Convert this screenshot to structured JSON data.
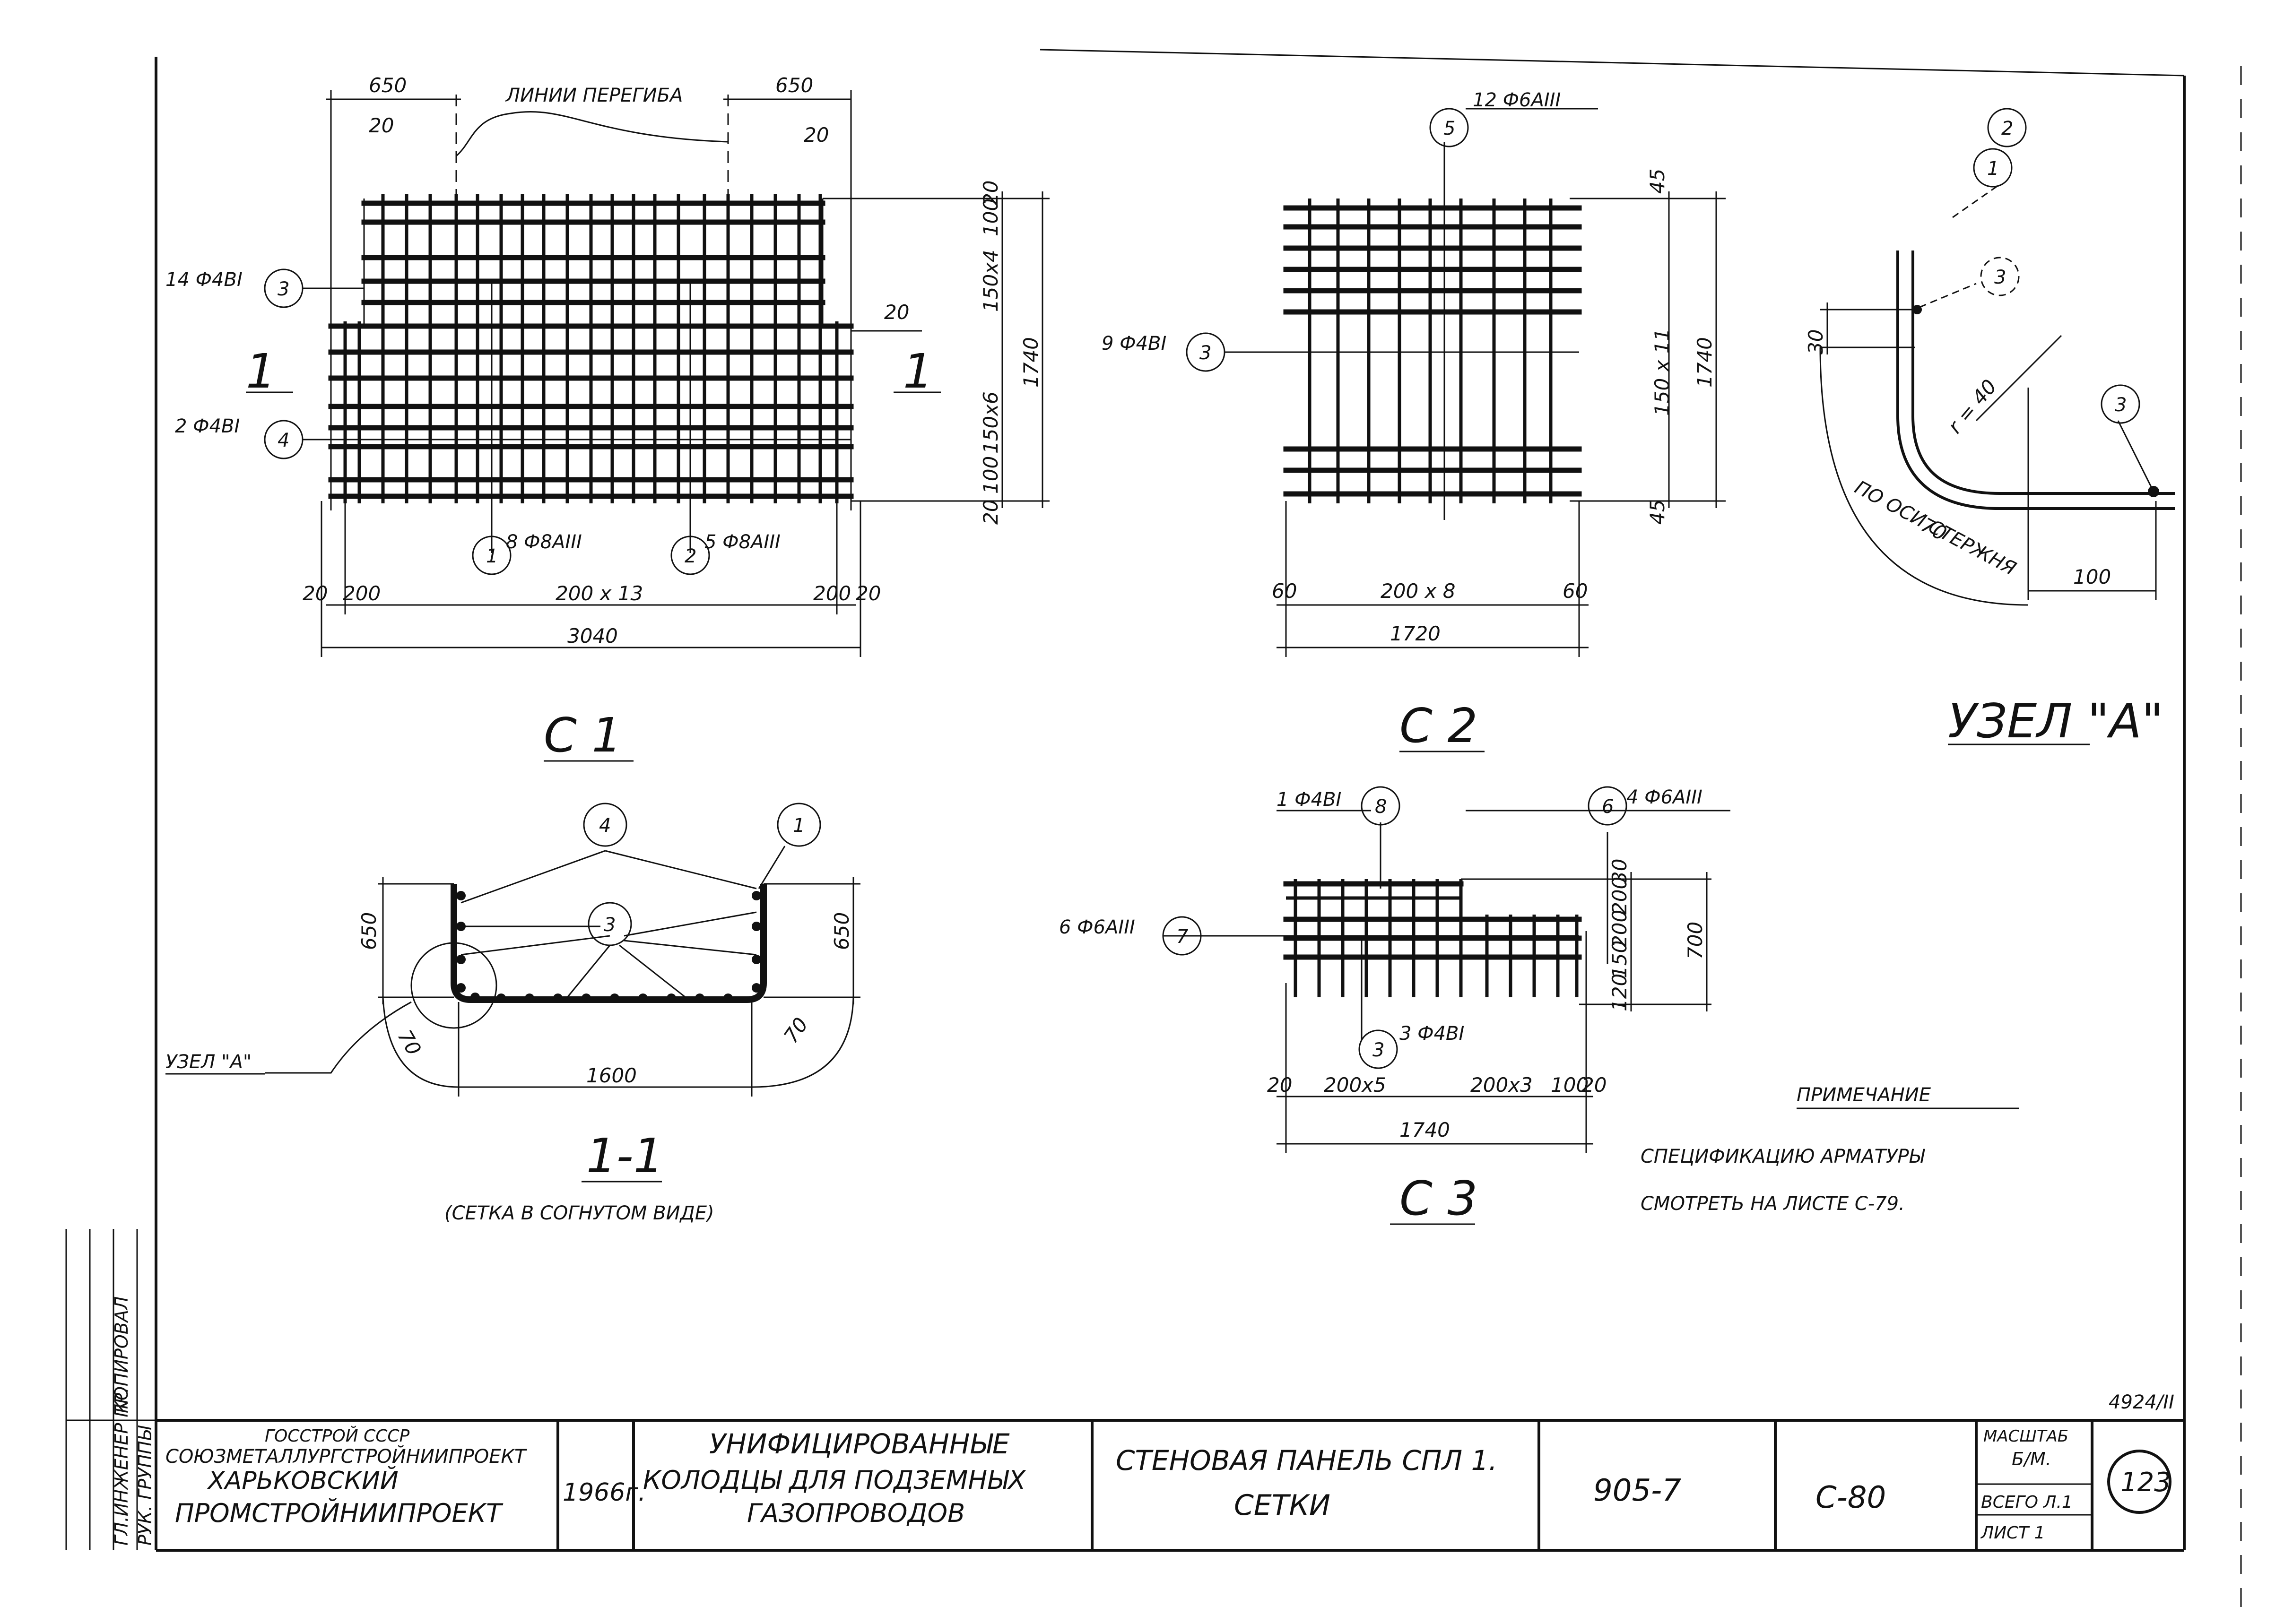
{
  "c1": {
    "title": "С 1",
    "dims": {
      "top_left": "650",
      "top_right": "650",
      "bend_label": "ЛИНИИ ПЕРЕГИБА",
      "d20a": "20",
      "d20b": "20",
      "d20c": "20",
      "right_a": "20",
      "right_b": "100",
      "right_c": "150x4",
      "right_d": "150x6",
      "right_e": "100",
      "right_f": "20",
      "right_total": "1740",
      "bot_20a": "20",
      "bot_200a": "200",
      "bot_mid": "200 x 13",
      "bot_200b": "200",
      "bot_20b": "20",
      "bot_total": "3040"
    },
    "callouts": {
      "c3": "14 Ф4ВI",
      "c4": "2 Ф4ВI",
      "c1": "8 Ф8АIII",
      "c2": "5 Ф8АIII"
    },
    "section_mark": "1"
  },
  "c2": {
    "title": "С 2",
    "dims": {
      "top": "45",
      "bottom": "45",
      "right_mid": "150 x 11",
      "right_total": "1740",
      "left": "60",
      "mid": "200 x 8",
      "right": "60",
      "total": "1720"
    },
    "callouts": {
      "c5": "12 Ф6АIII",
      "c3": "9 Ф4ВI"
    }
  },
  "c3": {
    "title": "С 3",
    "dims": {
      "r30": "30",
      "r200a": "200",
      "r200b": "200",
      "r150": "150",
      "r120": "120",
      "rtotal": "700",
      "b20a": "20",
      "b200x5": "200x5",
      "b200x3": "200x3",
      "b100": "100",
      "b20b": "20",
      "btotal": "1740"
    },
    "callouts": {
      "c8": "1 Ф4ВI",
      "c6": "4 Ф6АIII",
      "c7": "6 Ф6АIII",
      "c3": "3 Ф4ВI"
    }
  },
  "section11": {
    "title": "1-1",
    "subtitle": "(СЕТКА В СОГНУТОМ ВИДЕ)",
    "dims": {
      "left": "650",
      "right": "650",
      "bottom": "1600",
      "r_left": "70",
      "r_right": "70"
    },
    "node_label": "УЗЕЛ \"А\""
  },
  "node_a": {
    "title": "УЗЕЛ \"А\"",
    "dims": {
      "d30": "30",
      "radius": "r = 40",
      "axis": "ПО ОСИ СТЕРЖНЯ",
      "d70": "70",
      "d100": "100"
    }
  },
  "markers": [
    "1",
    "2",
    "3",
    "4",
    "5",
    "6",
    "7",
    "8",
    "3"
  ],
  "note": {
    "title": "ПРИМЕЧАНИЕ",
    "line1": "СПЕЦИФИКАЦИЮ АРМАТУРЫ",
    "line2": "СМОТРЕТЬ НА ЛИСТЕ С-79."
  },
  "sheet_code": "4924/II",
  "side_stamp": [
    "РУК. ГРУППЫ",
    "ГЛ.ИНЖЕНЕР ПР.",
    "КОПИРОВАЛ"
  ],
  "title_block": {
    "org_line1": "ГОССТРОЙ СССР",
    "org_line2": "СОЮЗМЕТАЛЛУРГСТРОЙНИИПРОЕКТ",
    "org_line3": "ХАРЬКОВСКИЙ",
    "org_line4": "ПРОМСТРОЙНИИПРОЕКТ",
    "year": "1966г.",
    "project_line1": "УНИФИЦИРОВАННЫЕ",
    "project_line2": "КОЛОДЦЫ ДЛЯ ПОДЗЕМНЫХ",
    "project_line3": "ГАЗОПРОВОДОВ",
    "sheet_title1": "СТЕНОВАЯ ПАНЕЛЬ СПЛ 1.",
    "sheet_title2": "СЕТКИ",
    "series": "905-7",
    "drawing_no": "С-80",
    "scale_label": "МАСШТАБ",
    "scale_value": "Б/М.",
    "total_sheets": "ВСЕГО Л.1",
    "sheet": "ЛИСТ 1",
    "page_number": "123"
  }
}
